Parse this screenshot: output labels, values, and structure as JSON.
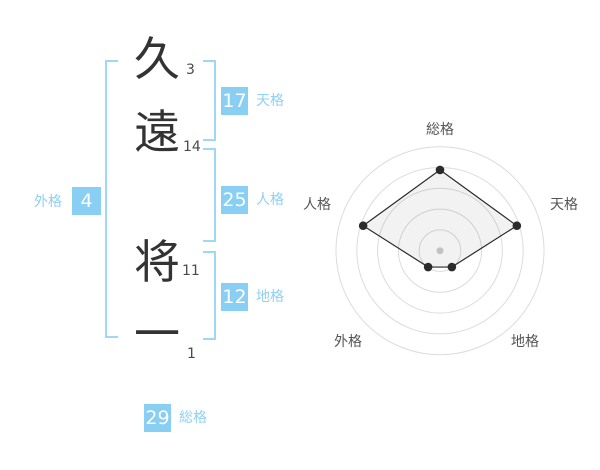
{
  "name_panel": {
    "characters": [
      {
        "char": "久",
        "strokes": "3"
      },
      {
        "char": "遠",
        "strokes": "14"
      },
      {
        "char": "将",
        "strokes": "11"
      },
      {
        "char": "一",
        "strokes": "1"
      }
    ],
    "badges": {
      "tenkaku": {
        "value": "17",
        "label": "天格"
      },
      "jinkaku": {
        "value": "25",
        "label": "人格"
      },
      "chikaku": {
        "value": "12",
        "label": "地格"
      },
      "gaikaku": {
        "value": "4",
        "label": "外格"
      },
      "soukaku": {
        "value": "29",
        "label": "総格"
      }
    }
  },
  "chart_data": {
    "type": "radar",
    "axes": [
      "総格",
      "天格",
      "地格",
      "外格",
      "人格"
    ],
    "values": [
      4,
      4,
      1,
      1,
      4
    ],
    "max": 5,
    "rings": 5,
    "legend": "none",
    "grid": "concentric-circles"
  },
  "colors": {
    "accent_blue": "#89cef3",
    "bracket_blue": "#9fd8f7",
    "label_blue": "#8fd0f3",
    "kanji_text": "#333333",
    "chart_ring": "#dcdcdc",
    "chart_line": "#2b2b2b",
    "chart_fill": "rgba(0,0,0,0.05)",
    "chart_center_dot": "#c2c2c2",
    "axis_label_text": "#555555"
  }
}
